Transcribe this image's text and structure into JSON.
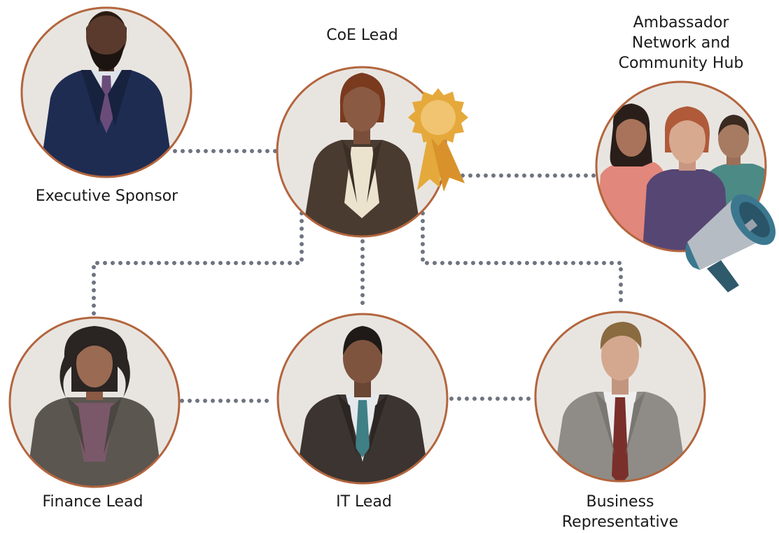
{
  "roles": {
    "executive_sponsor": "Executive Sponsor",
    "coe_lead": "CoE Lead",
    "ambassador_line1": "Ambassador",
    "ambassador_line2": "Network and",
    "ambassador_line3": "Community Hub",
    "finance_lead": "Finance Lead",
    "it_lead": "IT Lead",
    "business_line1": "Business",
    "business_line2": "Representative"
  },
  "colors": {
    "circle_fill": "#e8e5e1",
    "circle_border": "#b3653d",
    "connector": "#6e7480",
    "award_gold": "#e5a93b"
  },
  "icons": {
    "award": "award-ribbon-icon",
    "megaphone": "megaphone-icon"
  }
}
